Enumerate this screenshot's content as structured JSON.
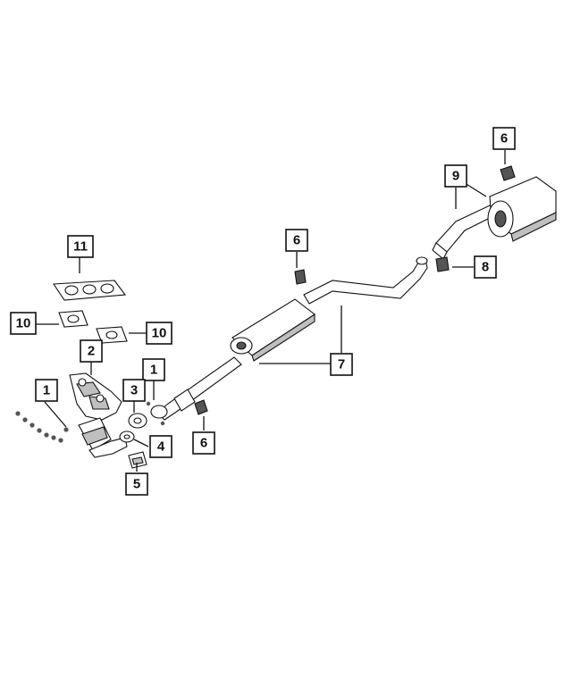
{
  "callouts": [
    {
      "label": "1"
    },
    {
      "label": "1"
    },
    {
      "label": "2"
    },
    {
      "label": "3"
    },
    {
      "label": "4"
    },
    {
      "label": "5"
    },
    {
      "label": "6"
    },
    {
      "label": "6"
    },
    {
      "label": "6"
    },
    {
      "label": "7"
    },
    {
      "label": "8"
    },
    {
      "label": "9"
    },
    {
      "label": "10"
    },
    {
      "label": "10"
    },
    {
      "label": "11"
    }
  ],
  "colors": {
    "line": "#111111",
    "shade": "#bfbfbf",
    "background": "#ffffff"
  }
}
